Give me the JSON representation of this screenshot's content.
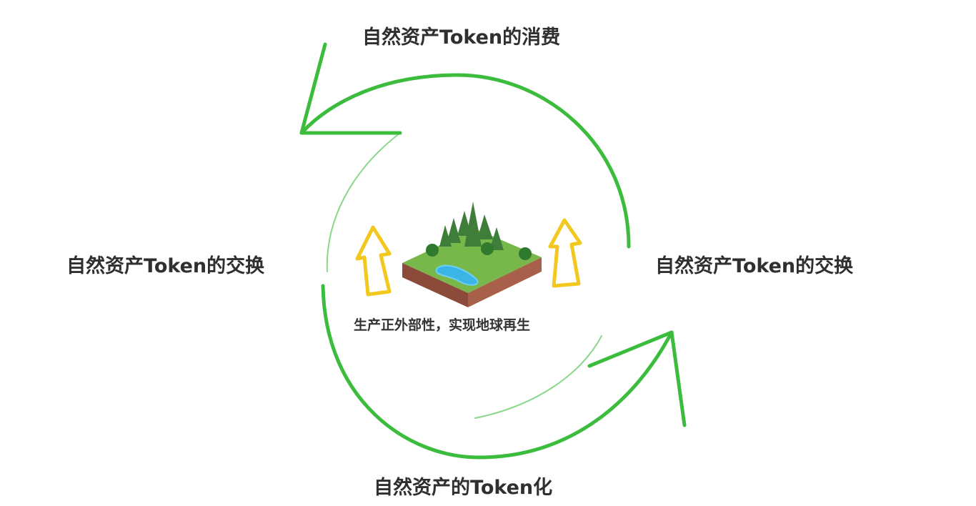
{
  "labels": {
    "top": "自然资产Token的消费",
    "left": "自然资产Token的交换",
    "right": "自然资产Token的交换",
    "bottom": "自然资产的Token化"
  },
  "center_caption": "生产正外部性，实现地球再生",
  "colors": {
    "arrow_green": "#3cbc3c",
    "up_arrow_yellow": "#f2c81e",
    "text": "#2f2f2f"
  }
}
